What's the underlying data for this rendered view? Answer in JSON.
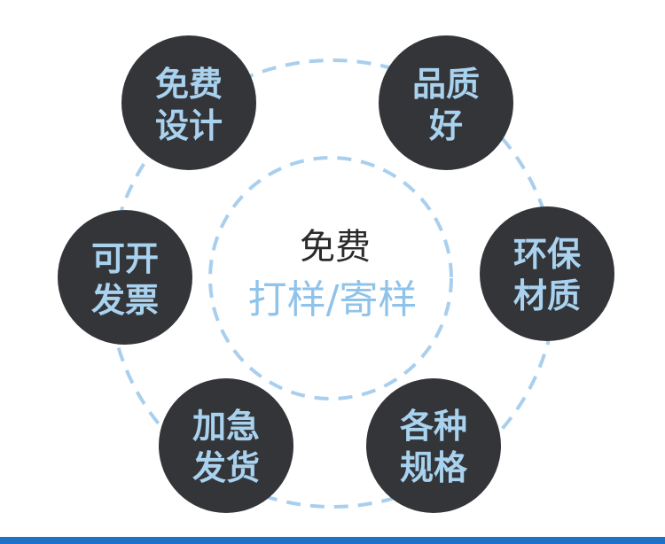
{
  "center": {
    "line1": "免费",
    "line2": "打样/寄样"
  },
  "features": [
    {
      "line1": "免费",
      "line2": "设计"
    },
    {
      "line1": "品质",
      "line2": "好"
    },
    {
      "line1": "环保",
      "line2": "材质"
    },
    {
      "line1": "各种",
      "line2": "规格"
    },
    {
      "line1": "加急",
      "line2": "发货"
    },
    {
      "line1": "可开",
      "line2": "发票"
    }
  ],
  "colors": {
    "circle_fill": "#333539",
    "circle_text": "#a9d2ef",
    "center_text_dark": "#2b2b2b",
    "center_text_light": "#8fc3ea",
    "dashed_ring": "#a9cfee",
    "bottom_bar": "#1e72c9"
  }
}
